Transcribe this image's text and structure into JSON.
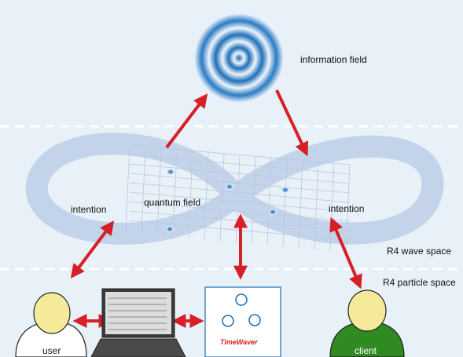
{
  "labels": {
    "information_field": "information field",
    "quantum_field": "quantum field",
    "intention_left": "intention",
    "intention_right": "intention",
    "wave_space": "R4 wave space",
    "particle_space": "R4 particle space",
    "user": "user",
    "client": "client",
    "device_brand": "TimeWaver"
  },
  "colors": {
    "background": "#e8f0f8",
    "infinity_band": "#c3d4ea",
    "grid": "#b9c8dc",
    "arrow": "#d61f26",
    "user_head": "#f5e99a",
    "client_body": "#2f8a22",
    "ring_blue": "#1d6fb8"
  }
}
